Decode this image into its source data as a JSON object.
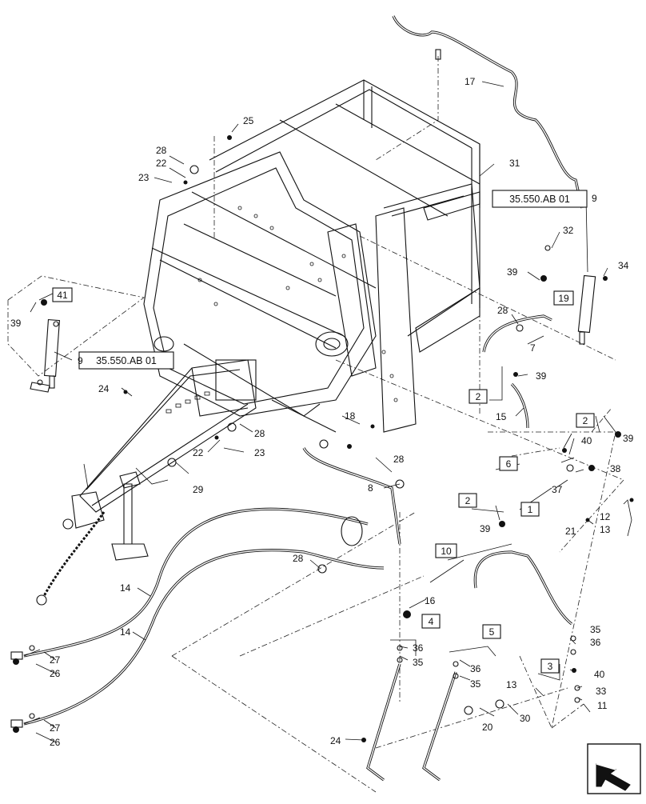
{
  "references": [
    "35.550.AB 01",
    "35.550.AB 01"
  ],
  "callouts": [
    "1",
    "2",
    "3",
    "4",
    "5",
    "6",
    "7",
    "8",
    "9",
    "10",
    "11",
    "12",
    "13",
    "14",
    "15",
    "16",
    "17",
    "18",
    "19",
    "20",
    "21",
    "22",
    "23",
    "24",
    "25",
    "26",
    "27",
    "28",
    "29",
    "30",
    "31",
    "32",
    "33",
    "34",
    "35",
    "36",
    "37",
    "38",
    "39",
    "40",
    "41"
  ],
  "boxed_callouts": [
    "41",
    "19",
    "2",
    "6",
    "1",
    "2",
    "10",
    "4",
    "5",
    "3",
    "2"
  ],
  "icons": [
    "direction-arrow-icon"
  ]
}
